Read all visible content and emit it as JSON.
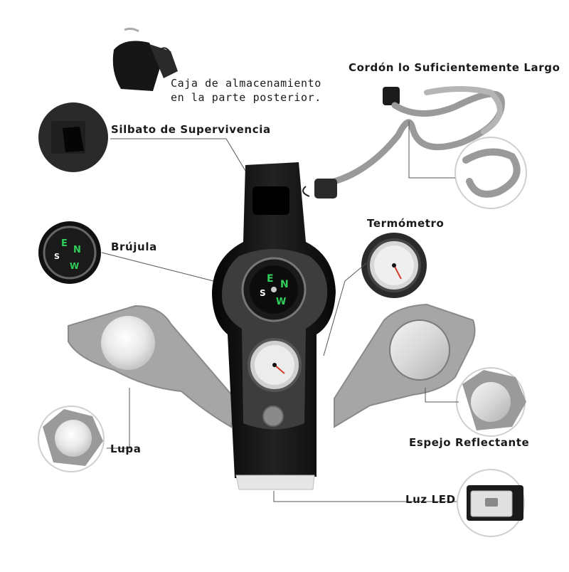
{
  "labels": {
    "storage": [
      "Caja de almacenamiento",
      "en la parte posterior."
    ],
    "lanyard": "Cordón lo Suficientemente Largo",
    "whistle": "Silbato de Supervivencia",
    "thermometer": "Termómetro",
    "compass": "Brújula",
    "magnifier": "Lupa",
    "mirror": "Espejo Reflectante",
    "led": "Luz LED"
  },
  "colors": {
    "body": "#111111",
    "panel": "#3a3a3a",
    "arm": "#a8a8a8",
    "leader_line": "#555555",
    "compass_green": "#2fcf5a",
    "needle_red": "#d23a2a"
  }
}
